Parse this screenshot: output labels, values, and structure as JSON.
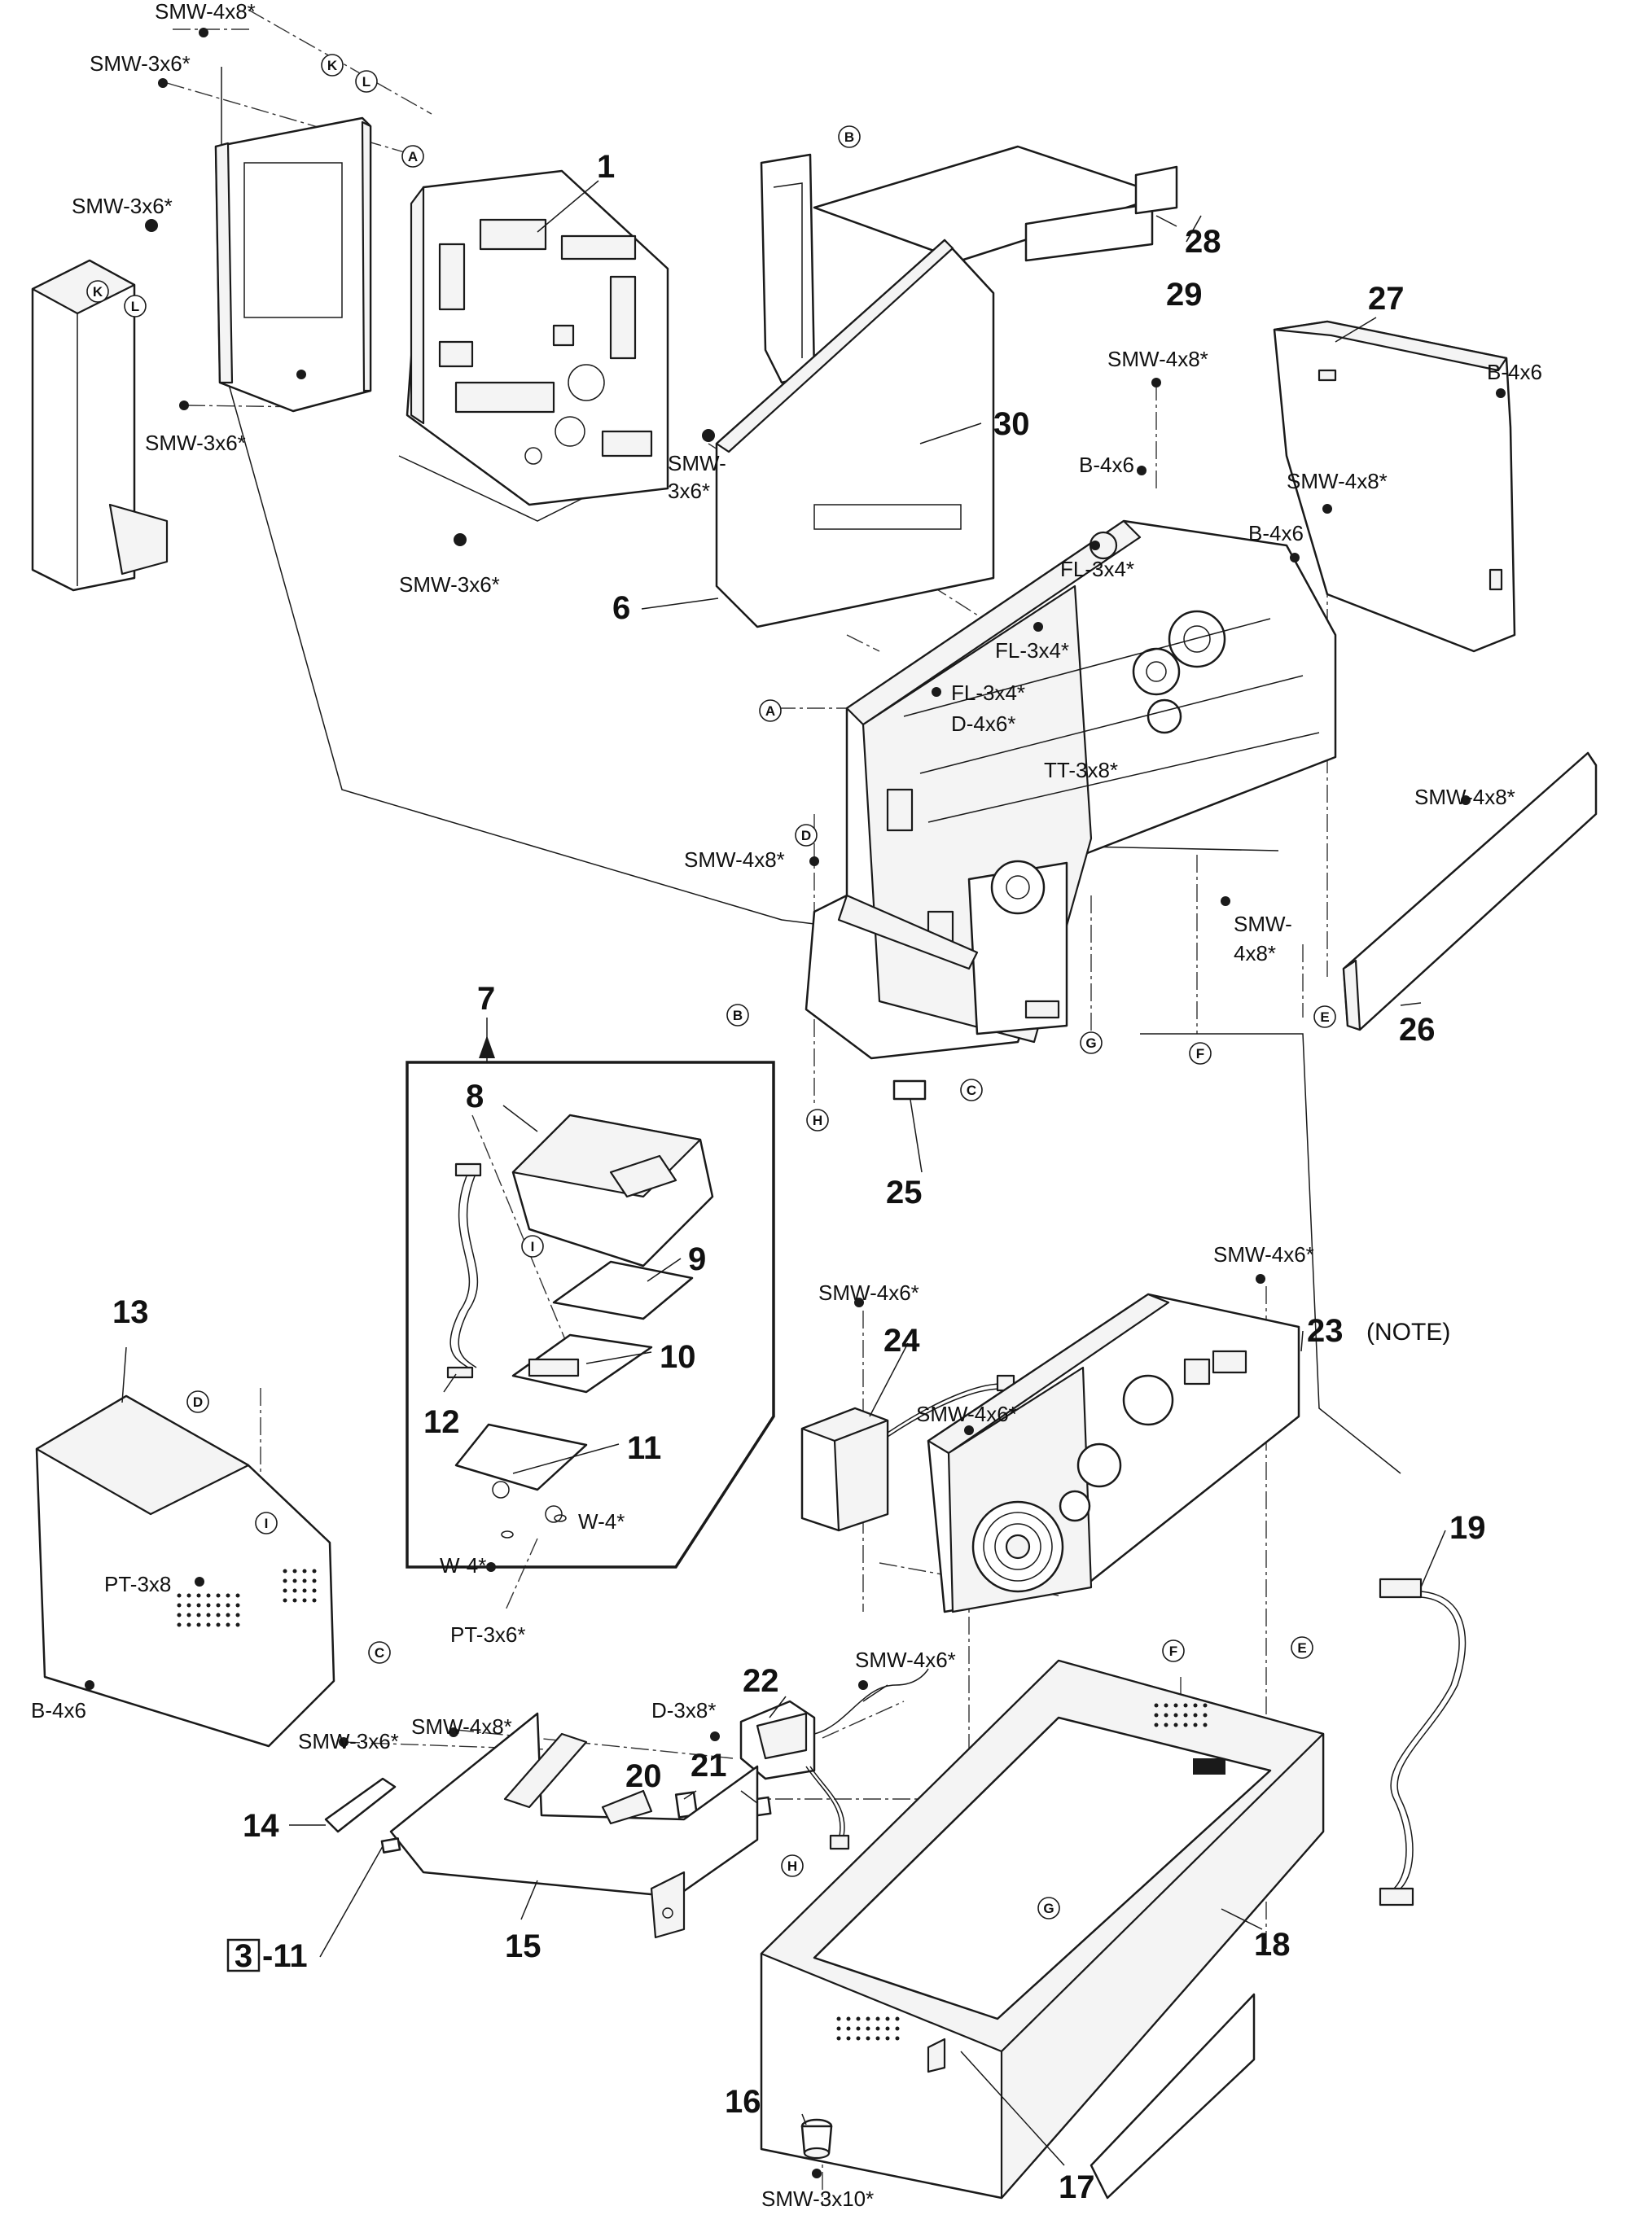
{
  "parts": [
    "1",
    "6",
    "7",
    "8",
    "9",
    "10",
    "11",
    "12",
    "13",
    "14",
    "15",
    "16",
    "17",
    "18",
    "19",
    "20",
    "21",
    "22",
    "23",
    "24",
    "25",
    "26",
    "27",
    "28",
    "29",
    "30"
  ],
  "note_label": "(NOTE)",
  "ref_label": {
    "boxed": "3",
    "suffix": "-11"
  },
  "screws": {
    "smw_4x8": "SMW-4x8*",
    "smw_3x6": "SMW-3x6*",
    "smw_3x6_split": [
      "SMW-",
      "3x6*"
    ],
    "smw_4x8_split": [
      "SMW-",
      "4x8*"
    ],
    "smw_4x6": "SMW-4x6*",
    "smw_3x10": "SMW-3x10*",
    "b_4x6": "B-4x6",
    "fl_3x4": "FL-3x4*",
    "d_4x6": "D-4x6*",
    "tt_3x8": "TT-3x8*",
    "pt_3x8": "PT-3x8",
    "pt_3x6": "PT-3x6*",
    "w_4": "W-4*",
    "d_3x8": "D-3x8*"
  },
  "connectors": [
    "A",
    "B",
    "C",
    "D",
    "E",
    "F",
    "G",
    "H",
    "I",
    "K",
    "L"
  ]
}
